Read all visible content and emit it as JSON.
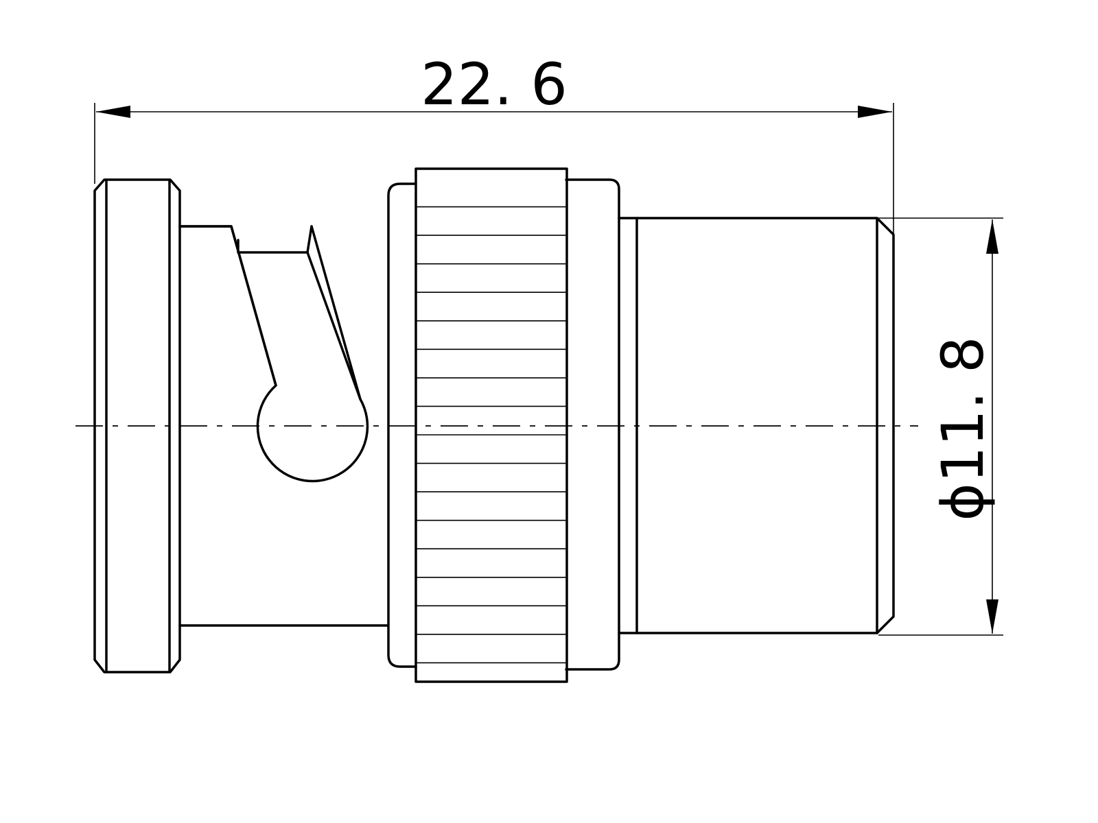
{
  "drawing": {
    "dimensions": {
      "length": {
        "label": "22. 6"
      },
      "diameter": {
        "label": "ϕ11. 8"
      }
    },
    "knurl_line_count": 16
  }
}
